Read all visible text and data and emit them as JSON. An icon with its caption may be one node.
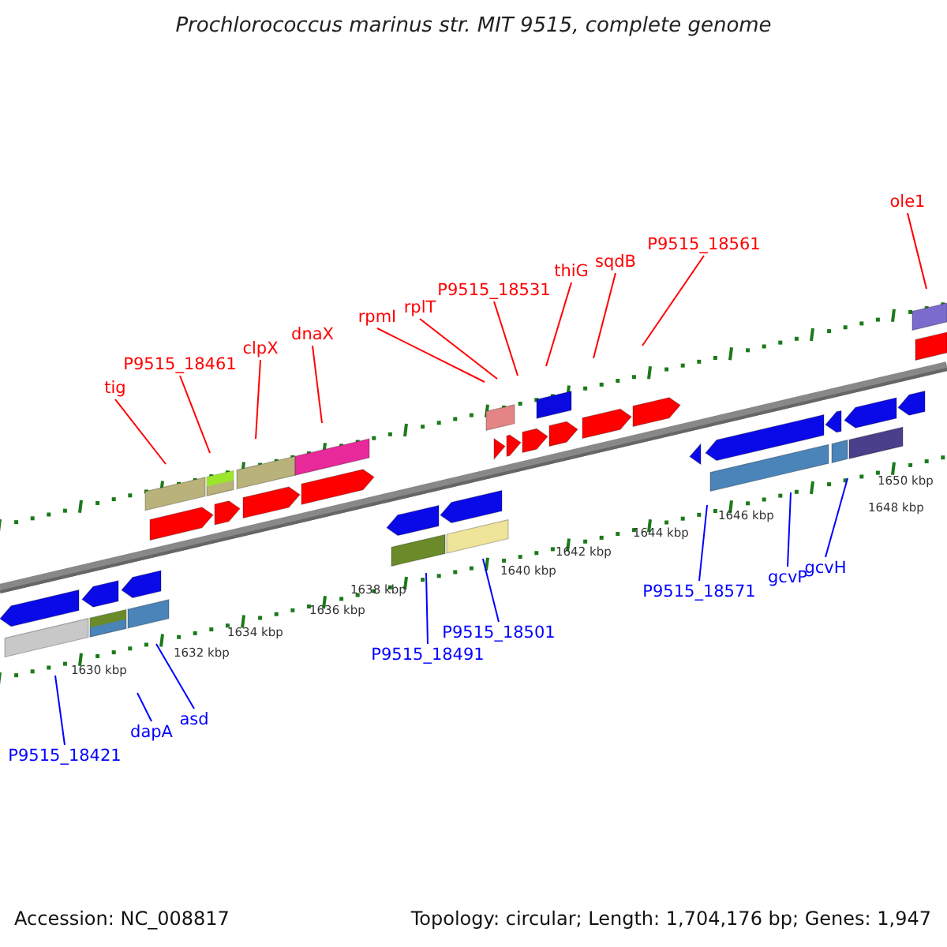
{
  "diagram": {
    "title": "Prochlorococcus marinus str. MIT 9515, complete genome",
    "nodes": [
      {
        "text": [
          "tig"
        ]
      },
      {
        "text": [
          "P9515_18461"
        ]
      },
      {
        "text": [
          "clpX"
        ]
      },
      {
        "text": [
          "dnaX"
        ]
      },
      {
        "text": [
          "rpmI"
        ]
      },
      {
        "text": [
          "rplT"
        ]
      },
      {
        "text": [
          "P9515_18531"
        ]
      },
      {
        "text": [
          "thiG"
        ]
      },
      {
        "text": [
          "sqdB"
        ]
      },
      {
        "text": [
          "P9515_18561"
        ]
      },
      {
        "text": [
          "ole1"
        ]
      },
      {
        "text": [
          "P9515_18421"
        ]
      },
      {
        "text": [
          "dapA"
        ]
      },
      {
        "text": [
          "asd"
        ]
      },
      {
        "text": [
          "P9515_18491"
        ]
      },
      {
        "text": [
          "P9515_18501"
        ]
      },
      {
        "text": [
          "P9515_18571"
        ]
      },
      {
        "text": [
          "gcvP"
        ]
      },
      {
        "text": [
          "gcvH"
        ]
      }
    ],
    "edges": [
      {
        "from": 0,
        "to": null,
        "arrow": "none"
      },
      {
        "from": 1,
        "to": null,
        "arrow": "none"
      },
      {
        "from": 2,
        "to": null,
        "arrow": "none"
      },
      {
        "from": 3,
        "to": null,
        "arrow": "none"
      },
      {
        "from": 4,
        "to": null,
        "arrow": "none"
      },
      {
        "from": 5,
        "to": null,
        "arrow": "none"
      },
      {
        "from": 6,
        "to": null,
        "arrow": "none"
      },
      {
        "from": 7,
        "to": null,
        "arrow": "none"
      },
      {
        "from": 8,
        "to": null,
        "arrow": "none"
      },
      {
        "from": 9,
        "to": null,
        "arrow": "none"
      },
      {
        "from": 10,
        "to": null,
        "arrow": "none"
      },
      {
        "from": 11,
        "to": null,
        "arrow": "none",
        "color": "#0000ff"
      },
      {
        "from": 12,
        "to": null,
        "arrow": "none",
        "color": "#0000ff"
      },
      {
        "from": 13,
        "to": null,
        "arrow": "none",
        "color": "#0000ff"
      },
      {
        "from": 14,
        "to": null,
        "arrow": "none",
        "color": "#0000ff"
      },
      {
        "from": 15,
        "to": null,
        "arrow": "none",
        "color": "#0000ff"
      },
      {
        "from": 16,
        "to": null,
        "arrow": "none",
        "color": "#0000ff"
      },
      {
        "from": 17,
        "to": null,
        "arrow": "none",
        "color": "#0000ff"
      },
      {
        "from": 18,
        "to": null,
        "arrow": "none",
        "color": "#0000ff"
      }
    ],
    "labels": [
      "1630 kbp",
      "1632 kbp",
      "1634 kbp",
      "1636 kbp",
      "1638 kbp",
      "1640 kbp",
      "1642 kbp",
      "1644 kbp",
      "1646 kbp",
      "1648 kbp",
      "1650 kbp",
      "Accession: NC_008817",
      "Topology: circular; Length: 1,704,176 bp; Genes: 1,947"
    ]
  }
}
